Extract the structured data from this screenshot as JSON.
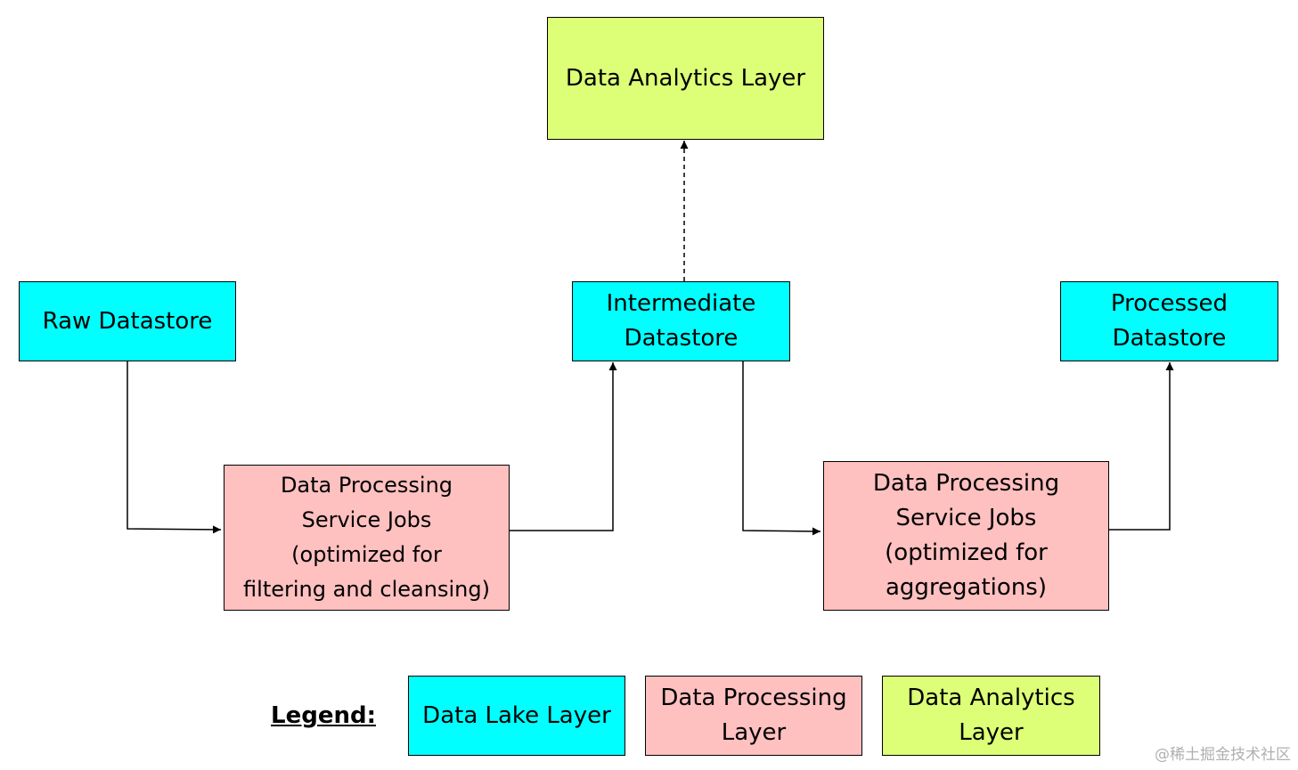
{
  "nodes": {
    "analytics": "Data Analytics Layer",
    "raw": "Raw Datastore",
    "intermediate": "Intermediate\nDatastore",
    "processed": "Processed\nDatastore",
    "proc_filter": "Data Processing\nService Jobs\n(optimized for\nfiltering and cleansing)",
    "proc_agg": "Data Processing\nService Jobs\n(optimized for\naggregations)"
  },
  "legend": {
    "label": "Legend:",
    "data_lake": "Data Lake Layer",
    "data_processing": "Data Processing\nLayer",
    "data_analytics": "Data Analytics\nLayer"
  },
  "colors": {
    "data_lake": "#00ffff",
    "data_processing": "#ffc0c0",
    "data_analytics": "#ddff77"
  },
  "watermark": "@稀土掘金技术社区"
}
